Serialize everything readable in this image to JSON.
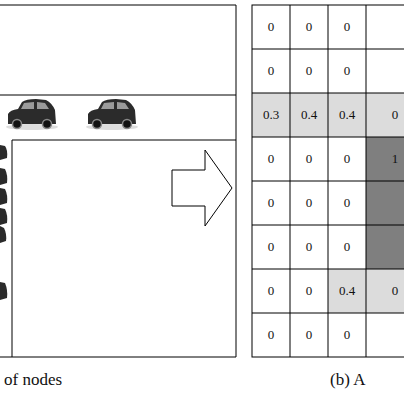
{
  "diagram": {
    "labels": [
      "of nodes",
      "0",
      "0",
      "0",
      "0",
      "0",
      "0",
      "0.3",
      "0.4",
      "0.4",
      "0",
      "0",
      "0",
      "0",
      "1",
      "0",
      "0",
      "0",
      "0",
      "0",
      "0",
      "0",
      "0",
      "0.4",
      "0",
      "0",
      "0",
      "0",
      "(b) A"
    ]
  }
}
